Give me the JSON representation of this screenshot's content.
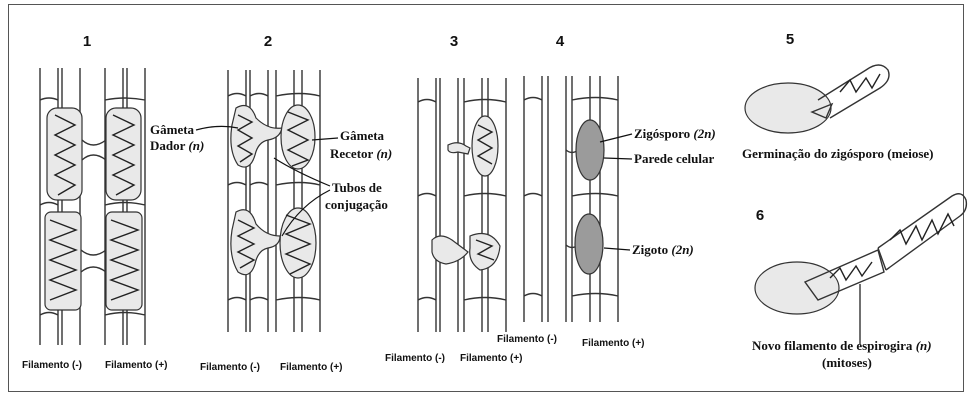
{
  "stages": [
    {
      "number": "1"
    },
    {
      "number": "2"
    },
    {
      "number": "3"
    },
    {
      "number": "4"
    },
    {
      "number": "5"
    },
    {
      "number": "6"
    }
  ],
  "labels": {
    "gameta_dador_line1": "Gâmeta",
    "gameta_dador_line2": "Dador",
    "gameta_recetor_line1": "Gâmeta",
    "gameta_recetor_line2": "Recetor",
    "ploidy_n": "(n)",
    "tubos_line1": "Tubos de",
    "tubos_line2": "conjugação",
    "zigosporo": "Zigósporo",
    "ploidy_2n": "(2n)",
    "parede": "Parede celular",
    "zigoto": "Zigoto",
    "germinacao": "Germinação do zigósporo (meiose)",
    "novo_filamento": "Novo filamento de espirogira",
    "mitoses": "(mitoses)"
  },
  "filaments": {
    "minus": "Filamento (-)",
    "plus": "Filamento (+)"
  },
  "colors": {
    "outline": "#333333",
    "cytoplasm": "#e9e9e9",
    "zygote": "#9b9b9b"
  }
}
